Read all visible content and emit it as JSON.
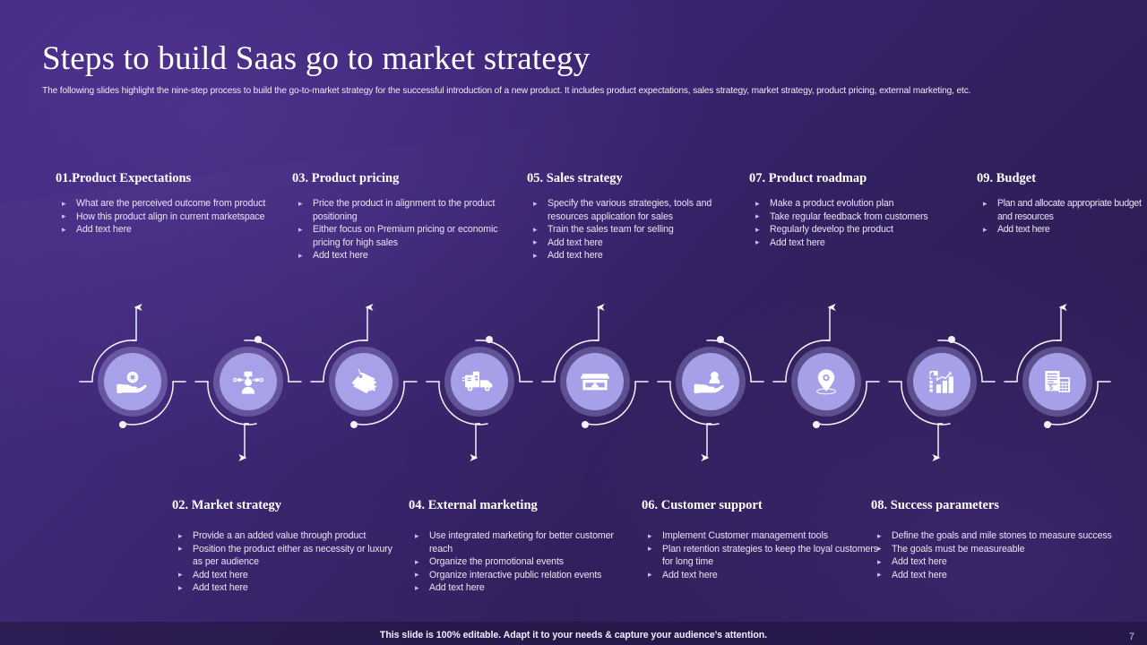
{
  "slide": {
    "title": "Steps to build Saas go to market strategy",
    "subtitle": "The following slides highlight the nine-step process to build the go-to-market strategy for the successful introduction of a new product. It includes product expectations, sales strategy, market strategy, product pricing, external marketing, etc.",
    "footer_note": "This slide is 100% editable. Adapt it to your needs & capture your audience's attention.",
    "page_number": "7",
    "colors": {
      "background_start": "#452a86",
      "background_end": "#2a1a4e",
      "circle_fill": "#a5a0e8",
      "circle_halo": "#b5b1ee",
      "connector": "#ffffff",
      "text": "#e9e4f6"
    }
  },
  "steps": [
    {
      "number": "01",
      "heading": "01.Product Expectations",
      "icon": "gear-in-hand-icon",
      "position": "top",
      "bullets": [
        "What are the perceived outcome from product",
        "How this product align in current marketspace",
        "Add text here"
      ]
    },
    {
      "number": "02",
      "heading": "02. Market strategy",
      "icon": "network-person-icon",
      "position": "bottom",
      "bullets": [
        "Provide a an added value through product",
        "Position the product either as necessity or luxury as  per audience",
        "Add text here",
        "Add text here"
      ]
    },
    {
      "number": "03",
      "heading": "03. Product pricing",
      "icon": "price-tag-icon",
      "position": "top",
      "bullets": [
        "Price the product in alignment to the product positioning",
        "Either focus on Premium pricing or economic pricing for high sales",
        "Add text here"
      ]
    },
    {
      "number": "04",
      "heading": "04. External marketing",
      "icon": "delivery-truck-icon",
      "position": "bottom",
      "bullets": [
        "Use integrated marketing for  better customer reach",
        "Organize the promotional events",
        "Organize interactive public relation events",
        "Add text here"
      ]
    },
    {
      "number": "05",
      "heading": "05. Sales strategy",
      "icon": "storefront-icon",
      "position": "top",
      "bullets": [
        "Specify the various strategies, tools and resources application for sales",
        "Train the sales team for selling",
        "Add text here",
        "Add text here"
      ]
    },
    {
      "number": "06",
      "heading": "06. Customer support",
      "icon": "support-hand-icon",
      "position": "bottom",
      "bullets": [
        "Implement Customer management tools",
        "Plan retention strategies to keep the loyal customers for long time",
        "Add text here"
      ]
    },
    {
      "number": "07",
      "heading": "07. Product roadmap",
      "icon": "map-pin-icon",
      "position": "top",
      "bullets": [
        "Make a product evolution plan",
        "Take regular feedback from customers",
        "Regularly develop the product",
        "Add text here"
      ]
    },
    {
      "number": "08",
      "heading": "08. Success parameters",
      "icon": "bar-chart-icon",
      "position": "bottom",
      "bullets": [
        "Define the goals and mile stones to measure success",
        "The goals must be measureable",
        "Add text here",
        "Add text here"
      ]
    },
    {
      "number": "09",
      "heading": "09. Budget",
      "icon": "invoice-calculator-icon",
      "position": "top",
      "bullets": [
        "Plan and allocate appropriate budget and resources",
        "Add text here"
      ]
    }
  ]
}
